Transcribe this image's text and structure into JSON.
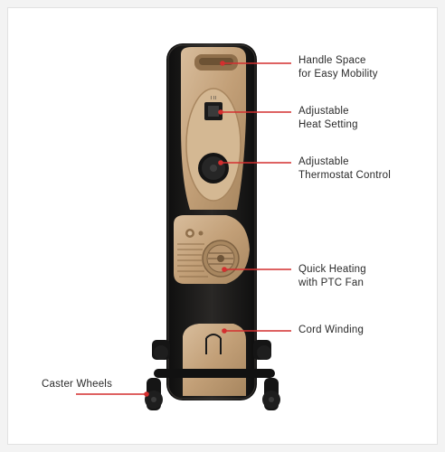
{
  "labels": {
    "handle": {
      "line1": "Handle Space",
      "line2": "for Easy Mobility"
    },
    "heat": {
      "line1": "Adjustable",
      "line2": "Heat Setting"
    },
    "thermostat": {
      "line1": "Adjustable",
      "line2": "Thermostat Control"
    },
    "fan": {
      "line1": "Quick Heating",
      "line2": "with PTC Fan"
    },
    "cord": {
      "line1": "Cord Winding"
    },
    "caster": {
      "line1": "Caster Wheels"
    }
  },
  "colors": {
    "body": "#1b1b1b",
    "panel": "#c9a882",
    "panel_dark": "#a7865f",
    "leader": "#d32f2f",
    "text": "#2a2a2a"
  }
}
